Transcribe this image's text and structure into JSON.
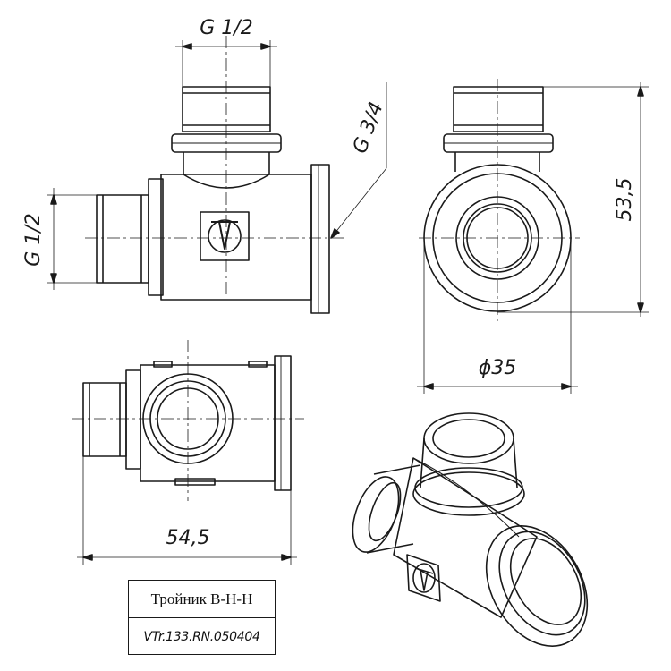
{
  "drawing": {
    "dimensions": {
      "top_thread": "G 1/2",
      "left_thread": "G 1/2",
      "run_thread": "G 3/4",
      "height": "53,5",
      "diameter": "ϕ35",
      "length": "54,5"
    },
    "title_block": {
      "name": "Тройник В-Н-Н",
      "code": "VTr.133.RN.050404"
    },
    "logo": "VALTEC V logo"
  }
}
